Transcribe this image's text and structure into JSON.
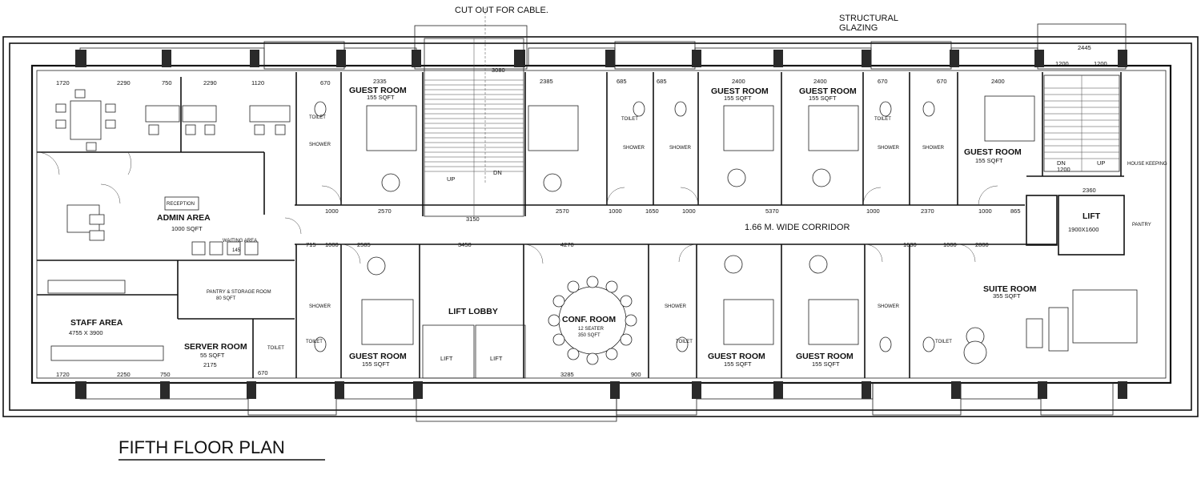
{
  "title": "FIFTH FLOOR PLAN",
  "top_notes": {
    "cable": "CUT OUT FOR CABLE.",
    "glazing_1": "STRUCTURAL",
    "glazing_2": "GLAZING"
  },
  "corridor": "1.66 M. WIDE CORRIDOR",
  "rooms": {
    "admin": {
      "name": "ADMIN AREA",
      "area": "1000 SQFT"
    },
    "reception": "RECEPTION",
    "waiting": {
      "name": "WAITING AREA",
      "area": "145"
    },
    "pantry_storage": {
      "name": "PANTRY & STORAGE ROOM",
      "area": "80 SQFT"
    },
    "staff": {
      "name": "STAFF AREA",
      "area": "4755 X 3900"
    },
    "server": {
      "name": "SERVER ROOM",
      "area": "55 SQFT"
    },
    "lift_lobby": "LIFT LOBBY",
    "lift": "LIFT",
    "lift_main": {
      "name": "LIFT",
      "size": "1900X1600"
    },
    "conf": {
      "name": "CONF. ROOM",
      "seats": "12 SEATER",
      "area": "350 SQFT"
    },
    "suite": {
      "name": "SUITE ROOM",
      "area": "355 SQFT"
    },
    "pantry": "PANTRY",
    "house_keeping": "HOUSE KEEPING",
    "guest": "GUEST ROOM",
    "guest_area": "155 SQFT"
  },
  "fixtures": {
    "toilet": "TOILET",
    "shower": "SHOWER",
    "up": "UP",
    "dn": "DN"
  },
  "dimensions": {
    "top_row": [
      "1720",
      "2290",
      "750",
      "2290",
      "1120",
      "670",
      "2335",
      "2385",
      "685",
      "685",
      "2400",
      "2400",
      "670",
      "670",
      "2400"
    ],
    "corridor_row": [
      "1000",
      "2570",
      "3150",
      "2570",
      "1000",
      "1650",
      "1000",
      "5370",
      "1000",
      "2370",
      "1000",
      "865",
      "2360"
    ],
    "bottom_row": [
      "1720",
      "2250",
      "750",
      "2175",
      "670",
      "3285",
      "900"
    ],
    "lower_row": [
      "715",
      "1000",
      "2585",
      "3450",
      "4270",
      "2800",
      "1000",
      "1630"
    ],
    "stair": [
      "3080",
      "1200",
      "2445",
      "1200",
      "1200"
    ]
  }
}
